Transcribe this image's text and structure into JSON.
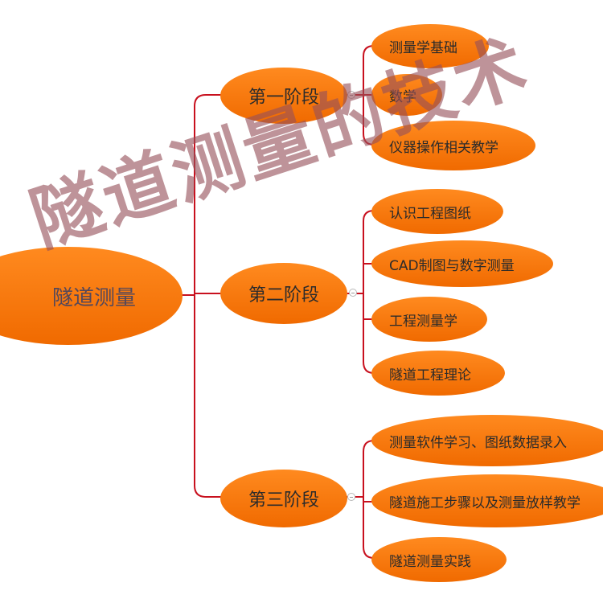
{
  "root": {
    "label": "隧道测量"
  },
  "stages": [
    {
      "label": "第一阶段",
      "children": [
        "测量学基础",
        "数学",
        "仪器操作相关教学"
      ]
    },
    {
      "label": "第二阶段",
      "children": [
        "认识工程图纸",
        "CAD制图与数字测量",
        "工程测量学",
        "隧道工程理论"
      ]
    },
    {
      "label": "第三阶段",
      "children": [
        "测量软件学习、图纸数据录入",
        "隧道施工步骤以及测量放样教学",
        "隧道测量实践"
      ]
    }
  ],
  "watermark": "隧道测量的技术",
  "colors": {
    "node_fill": "#f57400",
    "connector": "#c8101e",
    "watermark": "#9a5a60",
    "root_text": "#55485a"
  }
}
